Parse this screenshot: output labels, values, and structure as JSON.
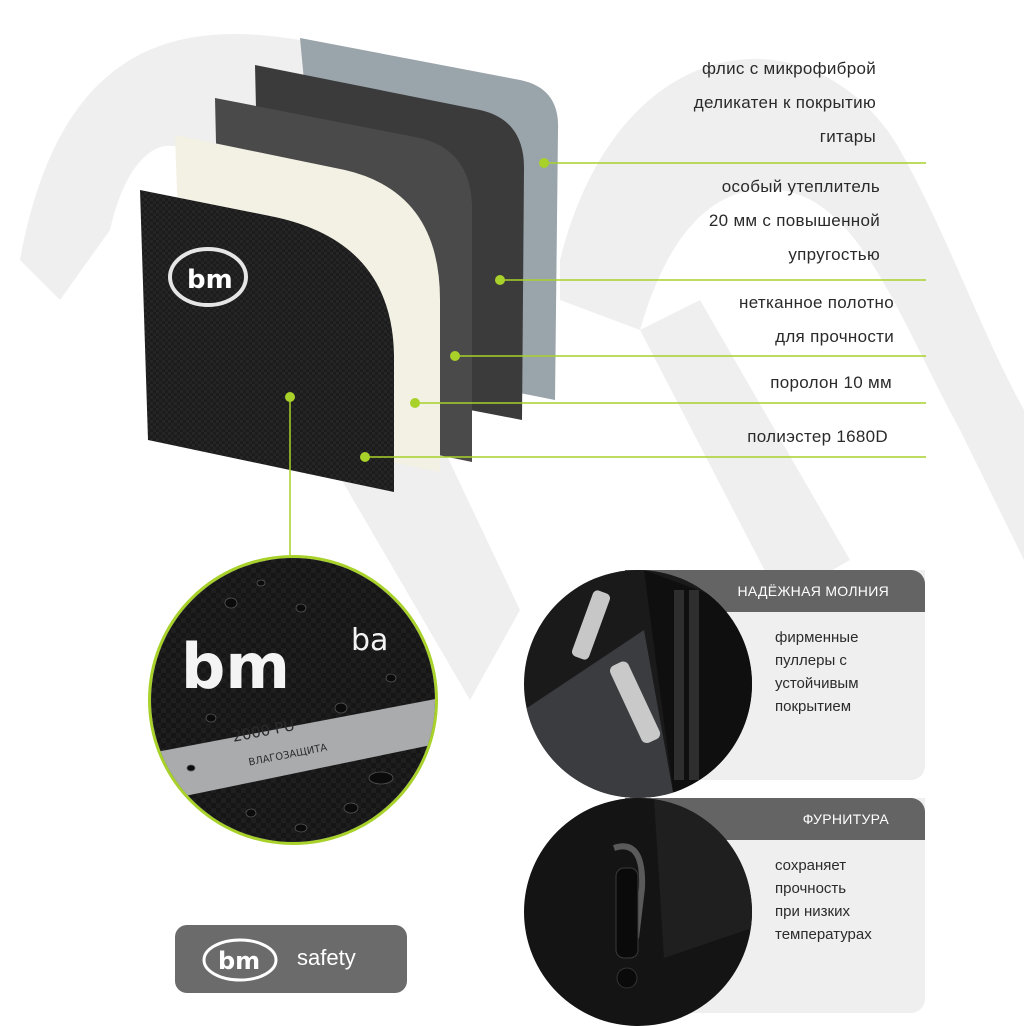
{
  "layers": [
    {
      "id": "fleece",
      "text": "флис с микрофиброй\nделикатен к покрытию\nгитары",
      "color": "#9aa4ab"
    },
    {
      "id": "insulation",
      "text": "особый утеплитель\n20 мм с повышенной\nупругостью",
      "color": "#3c3c3c"
    },
    {
      "id": "nonwoven",
      "text": "нетканное полотно\nдля прочности",
      "color": "#4a4a4a"
    },
    {
      "id": "foam",
      "text": "поролон 10 мм",
      "color": "#f2f1e6"
    },
    {
      "id": "polyester",
      "text": "полиэстер 1680D",
      "color": "#1e1e1e"
    }
  ],
  "water_detail": {
    "brand_text": "ba",
    "rating": "2000 PU",
    "rating_caption": "ВЛАГОЗАЩИТА"
  },
  "features": [
    {
      "title": "НАДЁЖНАЯ МОЛНИЯ",
      "text": "фирменные\nпуллеры с\nустойчивым\nпокрытием"
    },
    {
      "title": "ФУРНИТУРА",
      "text": "сохраняет\nпрочность\nпри низких\nтемпературах"
    }
  ],
  "safety_badge": {
    "label": "safety"
  },
  "logo_icon": "bm-logo-icon",
  "colors": {
    "accent": "#a8d12a",
    "dark_gray": "#646464",
    "light_gray": "#efefef",
    "watermark": "#ededed"
  }
}
